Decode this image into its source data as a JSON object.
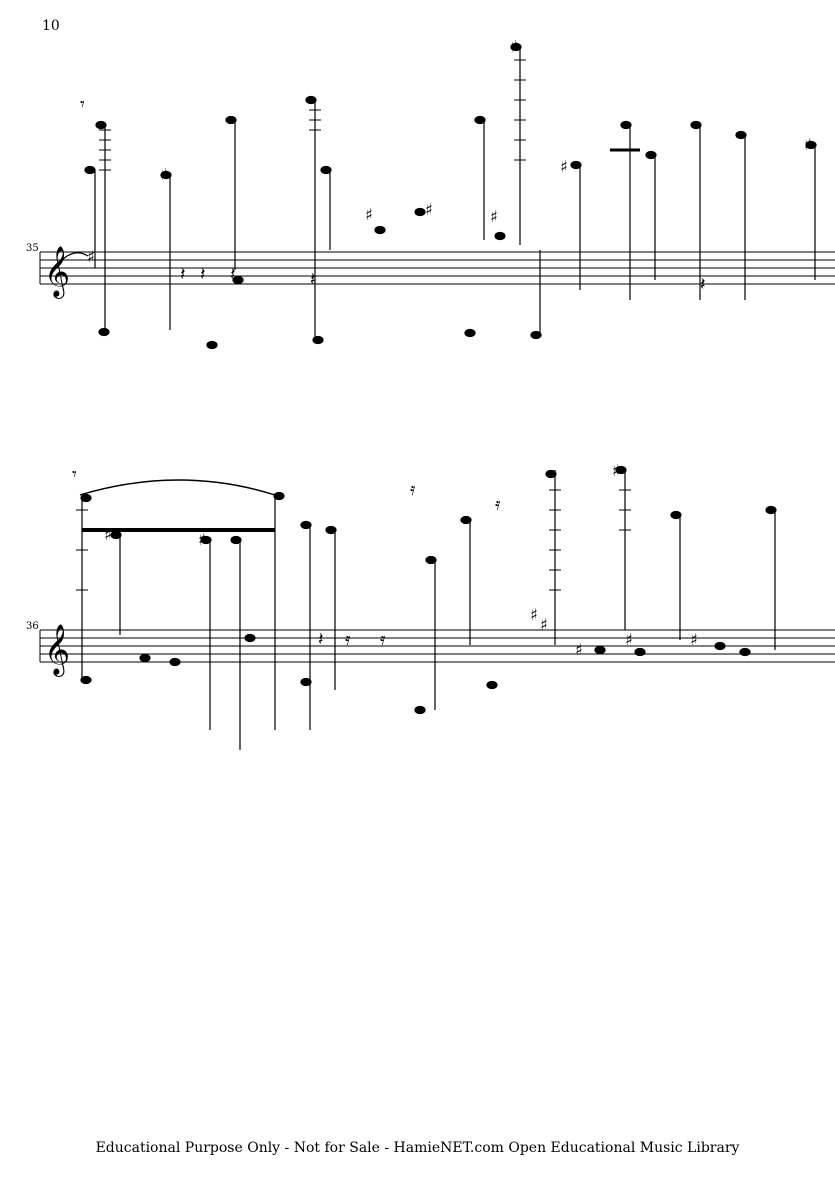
{
  "page": {
    "number": "10",
    "footer": "Educational Purpose Only - Not for Sale - HamieNET.com Open Educational Music Library"
  },
  "systems": [
    {
      "measure_number": "35"
    },
    {
      "measure_number": "36"
    }
  ]
}
